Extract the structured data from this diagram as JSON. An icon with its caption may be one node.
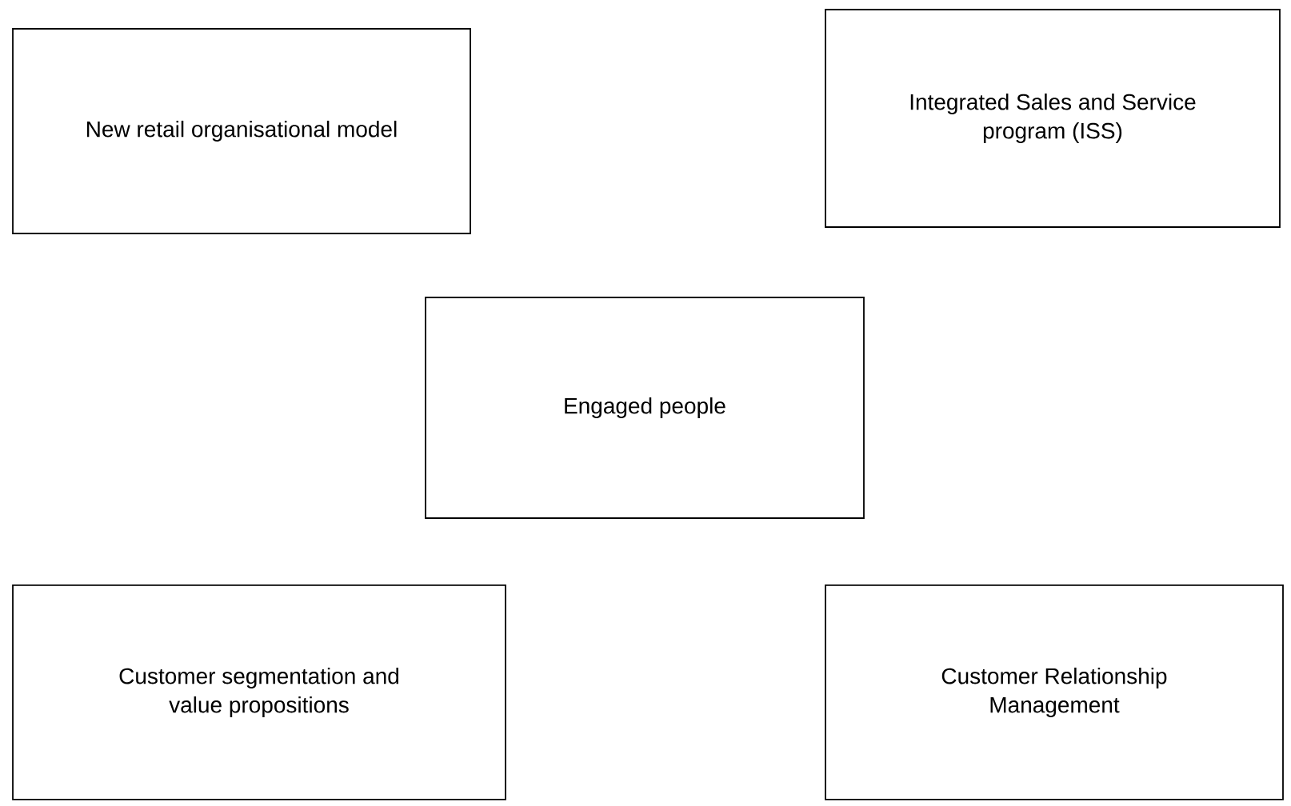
{
  "diagram": {
    "nodes": [
      {
        "text": [
          "New retail organisational model"
        ]
      },
      {
        "text": [
          "Integrated Sales and Service program (ISS)"
        ]
      },
      {
        "text": [
          "Engaged people"
        ]
      },
      {
        "text": [
          "Customer segmentation and value propositions"
        ]
      },
      {
        "text": [
          "Customer Relationship Management"
        ]
      }
    ]
  }
}
